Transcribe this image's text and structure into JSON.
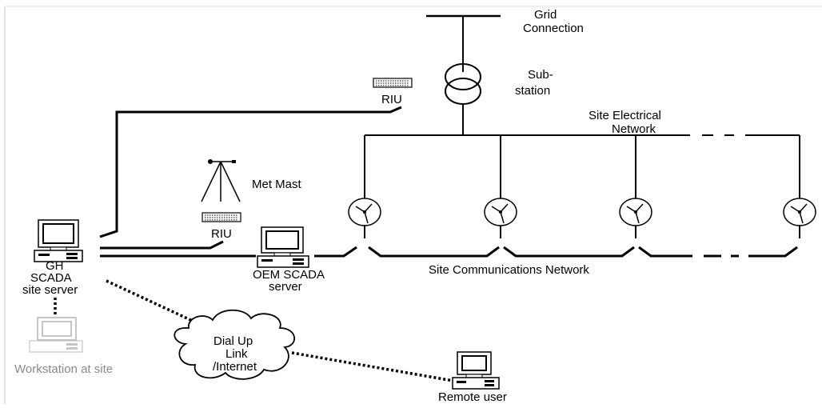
{
  "labels": {
    "grid_connection_1": "Grid",
    "grid_connection_2": "Connection",
    "substation_1": "Sub-",
    "substation_2": "station",
    "riu_top": "RIU",
    "riu_met": "RIU",
    "site_electrical_1": "Site Electrical",
    "site_electrical_2": "Network",
    "met_mast": "Met Mast",
    "gh_server_1": "GH",
    "gh_server_2": "SCADA",
    "gh_server_3": "site server",
    "oem_server_1": "OEM SCADA",
    "oem_server_2": "server",
    "site_comms": "Site Communications Network",
    "workstation": "Workstation at site",
    "dialup_1": "Dial Up",
    "dialup_2": "Link",
    "dialup_3": "/Internet",
    "remote_user": "Remote user"
  },
  "icons": [
    "transformer-icon",
    "riu-device-icon",
    "met-mast-icon",
    "computer-icon",
    "wind-turbine-icon",
    "cloud-icon"
  ]
}
